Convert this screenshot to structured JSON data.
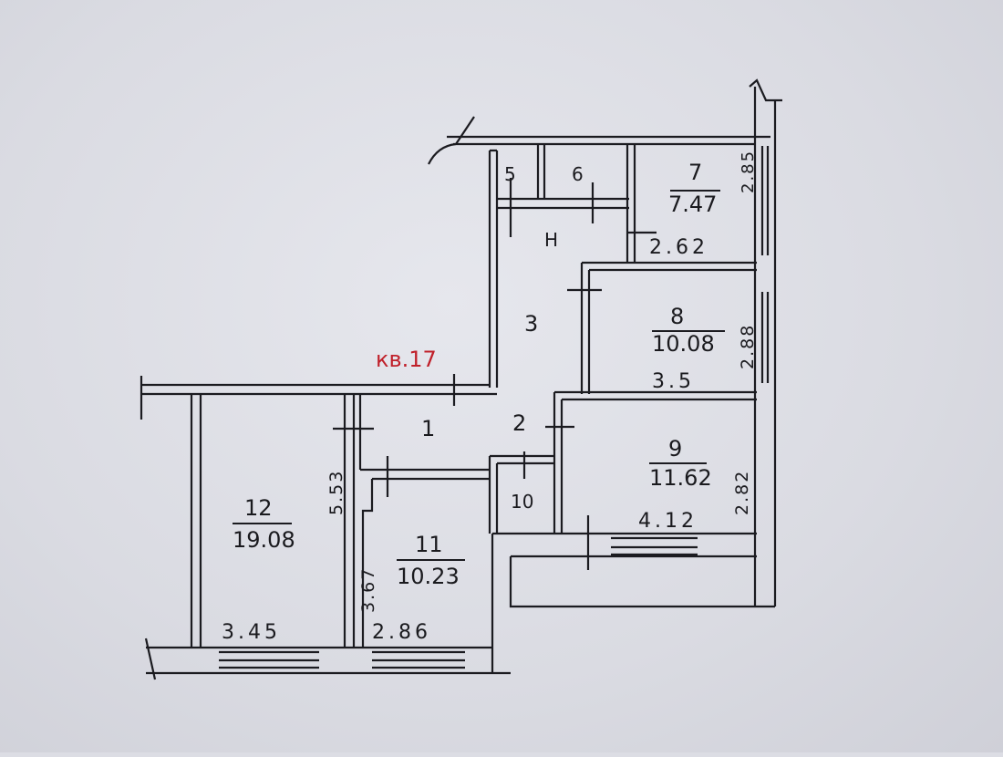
{
  "apartment_label": "кв.17",
  "rooms": [
    {
      "number": "1"
    },
    {
      "number": "2"
    },
    {
      "number": "3"
    },
    {
      "number": "Н"
    },
    {
      "number": "5"
    },
    {
      "number": "6"
    },
    {
      "number": "7",
      "area": "7.47",
      "width": "2.62",
      "length": "2.85"
    },
    {
      "number": "8",
      "area": "10.08",
      "width": "3.5",
      "length": "2.88"
    },
    {
      "number": "9",
      "area": "11.62",
      "width": "4.12",
      "length": "2.82"
    },
    {
      "number": "10"
    },
    {
      "number": "11",
      "area": "10.23",
      "width": "2.86",
      "length": "3.67"
    },
    {
      "number": "12",
      "area": "19.08",
      "width": "3.45",
      "length": "5.53"
    }
  ],
  "colors": {
    "ink": "#1b1b20",
    "label_red": "#c0202a",
    "paper": "#dcdde4"
  }
}
